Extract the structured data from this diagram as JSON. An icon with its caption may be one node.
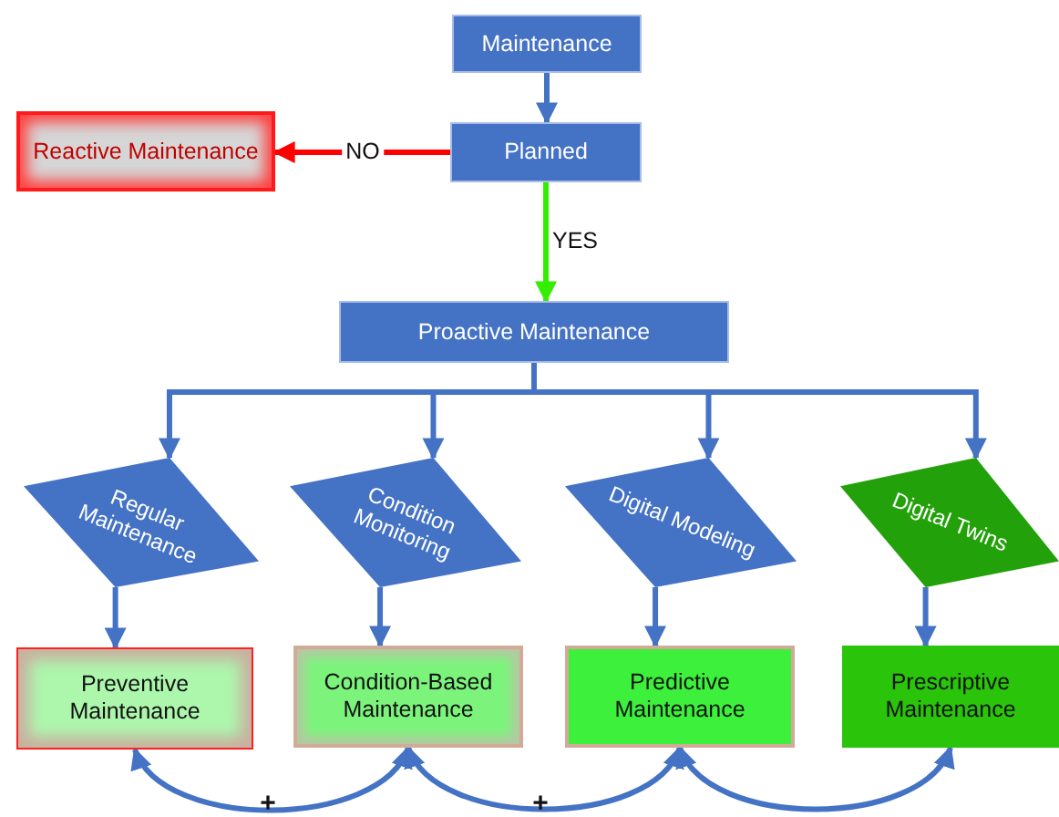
{
  "diagram": {
    "nodes": [
      {
        "text": [
          "Maintenance"
        ]
      },
      {
        "text": [
          "Planned"
        ]
      },
      {
        "text": [
          "Reactive Maintenance"
        ]
      },
      {
        "text": [
          "Proactive Maintenance"
        ]
      },
      {
        "text": [
          "Regular Maintenance"
        ]
      },
      {
        "text": [
          "Condition Monitoring"
        ]
      },
      {
        "text": [
          "Digital Modeling"
        ]
      },
      {
        "text": [
          "Digital Twins"
        ]
      },
      {
        "text": [
          "Preventive Maintenance"
        ]
      },
      {
        "text": [
          "Condition-Based Maintenance"
        ]
      },
      {
        "text": [
          "Predictive Maintenance"
        ]
      },
      {
        "text": [
          "Prescriptive Maintenance"
        ]
      }
    ],
    "edges": [
      {
        "from": 0,
        "to": 1,
        "arrow": "to"
      },
      {
        "from": 1,
        "to": 2,
        "arrow": "to",
        "label": "NO",
        "color": "#ff0000"
      },
      {
        "from": 1,
        "to": 3,
        "arrow": "to",
        "label": "YES",
        "color": "#33ee00"
      },
      {
        "from": 3,
        "to": 4,
        "arrow": "to"
      },
      {
        "from": 3,
        "to": 5,
        "arrow": "to"
      },
      {
        "from": 3,
        "to": 6,
        "arrow": "to"
      },
      {
        "from": 3,
        "to": 7,
        "arrow": "to"
      },
      {
        "from": 4,
        "to": 8,
        "arrow": "to"
      },
      {
        "from": 5,
        "to": 9,
        "arrow": "to"
      },
      {
        "from": 6,
        "to": 10,
        "arrow": "to"
      },
      {
        "from": 7,
        "to": 11,
        "arrow": "to"
      },
      {
        "from": 8,
        "to": 9,
        "arrow": "both",
        "label": "+"
      },
      {
        "from": 9,
        "to": 10,
        "arrow": "both",
        "label": "+"
      },
      {
        "from": 10,
        "to": 11,
        "arrow": "both"
      }
    ]
  }
}
